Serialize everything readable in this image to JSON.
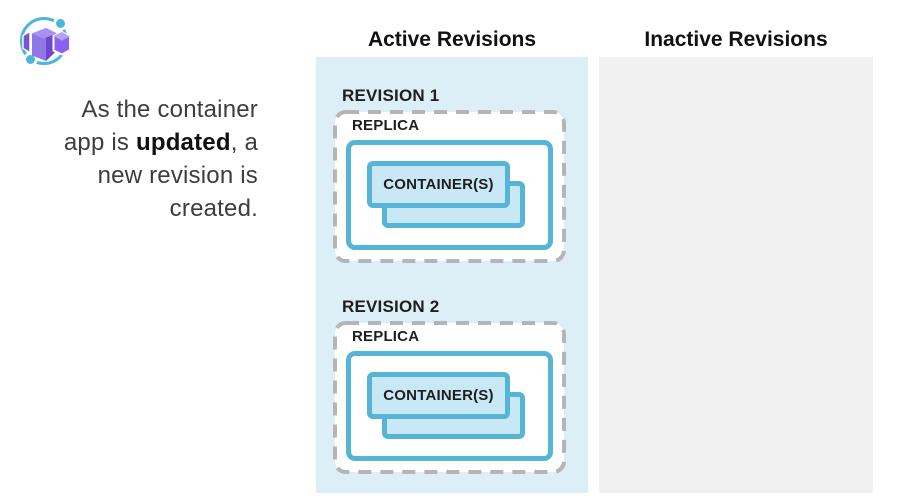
{
  "logo": {
    "name": "Azure Container Apps",
    "arc_color": "#4cb5dd",
    "cube_purple_dark": "#6f46cd",
    "cube_purple": "#7b51d9",
    "cube_purple_light": "#a88ff0",
    "right_cube": "#8b5ff2",
    "right_cube_top": "#b7a0f6",
    "left_panel": "#7a52d4"
  },
  "intro": {
    "line1": "As the container",
    "line2_pre": "app is ",
    "line2_bold": "updated",
    "line2_post": ", a",
    "line3": "new revision is",
    "line4": "created."
  },
  "columns": {
    "active": {
      "title": "Active Revisions",
      "bg": "#dceef6",
      "revisions": [
        {
          "label": "REVISION 1",
          "replica_label": "REPLICA",
          "container_label": "CONTAINER(S)"
        },
        {
          "label": "REVISION 2",
          "replica_label": "REPLICA",
          "container_label": "CONTAINER(S)"
        }
      ]
    },
    "inactive": {
      "title": "Inactive Revisions",
      "bg": "#f1f1f1",
      "revisions": []
    }
  },
  "colors": {
    "accent_blue_border": "#56b4d7",
    "container_fill": "#c9e8f5",
    "dashed_border": "#b5b5b5",
    "active_panel_bg": "#dceef6",
    "inactive_panel_bg": "#f1f1f1",
    "title_text": "#111111",
    "label_text": "#1f1f1f",
    "intro_text": "#3d3d3d"
  }
}
